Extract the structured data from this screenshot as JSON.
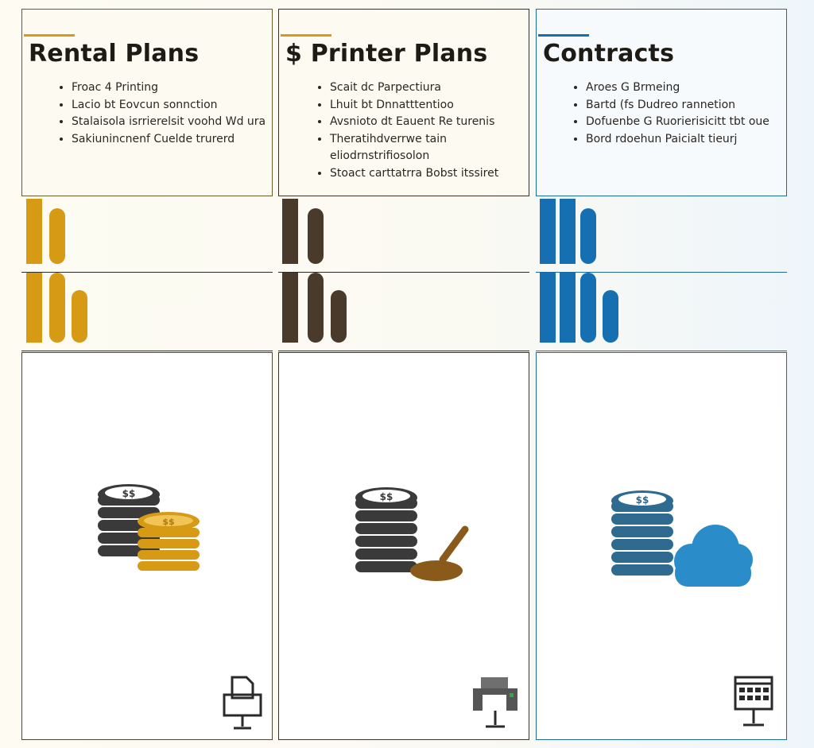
{
  "colors": {
    "rental": "#d79a14",
    "printer": "#4a3a2c",
    "contract": "#166fb0",
    "rental_accent": "#d79a14",
    "printer_accent": "#d79a14",
    "contract_accent": "#166fb0"
  },
  "columns": [
    {
      "title": "Rental Plans",
      "bullets": [
        "Froac 4 Printing",
        "Lacio bt Eovcun sonnction",
        "Stalaisola isrrierelsit voohd Wd ura",
        "Sakiunincnenf Cuelde trurerd"
      ],
      "illustration": "coin-stack-gold-icon",
      "corner_icon": "document-monitor-icon"
    },
    {
      "title": "$ Printer Plans",
      "bullets": [
        "Scait dc Parpectiura",
        "Lhuit bt Dnnatttentioo",
        "Avsnioto dt Eauent Re turenis",
        "Theratihdverrwe tain eliodrnstrifiosolon",
        "Stoact carttatrra Bobst itssiret"
      ],
      "illustration": "coin-stack-gavel-icon",
      "corner_icon": "printer-icon"
    },
    {
      "title": "Contracts",
      "bullets": [
        "Aroes G Brmeing",
        "Bartd (fs Dudreo rannetion",
        "Dofuenbe G Ruorierisicitt tbt oue",
        "Bord rdoehun Paicialt tieurj"
      ],
      "illustration": "coin-stack-cloud-icon",
      "corner_icon": "calendar-monitor-icon"
    }
  ]
}
